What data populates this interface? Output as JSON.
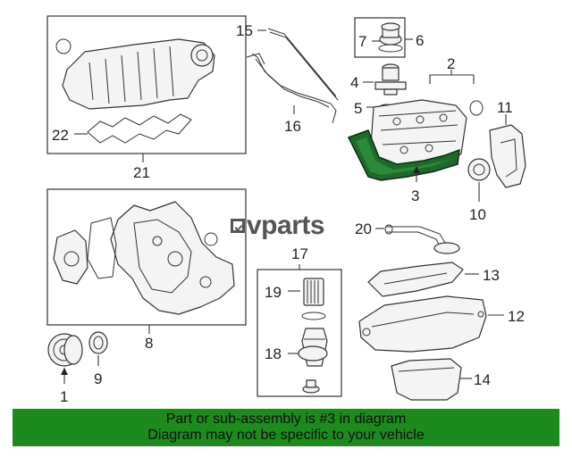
{
  "callouts": {
    "c1": "1",
    "c2": "2",
    "c3": "3",
    "c4": "4",
    "c5": "5",
    "c6": "6",
    "c7": "7",
    "c8": "8",
    "c9": "9",
    "c10": "10",
    "c11": "11",
    "c12": "12",
    "c13": "13",
    "c14": "14",
    "c15": "15",
    "c16": "16",
    "c17": "17",
    "c18": "18",
    "c19": "19",
    "c20": "20",
    "c21": "21",
    "c22": "22"
  },
  "logo": {
    "text": "vparts"
  },
  "banner": {
    "line1": "Part or sub-assembly is #3 in diagram",
    "line2": "Diagram may not be specific to your vehicle"
  },
  "highlight_color": "#1d8a1d"
}
